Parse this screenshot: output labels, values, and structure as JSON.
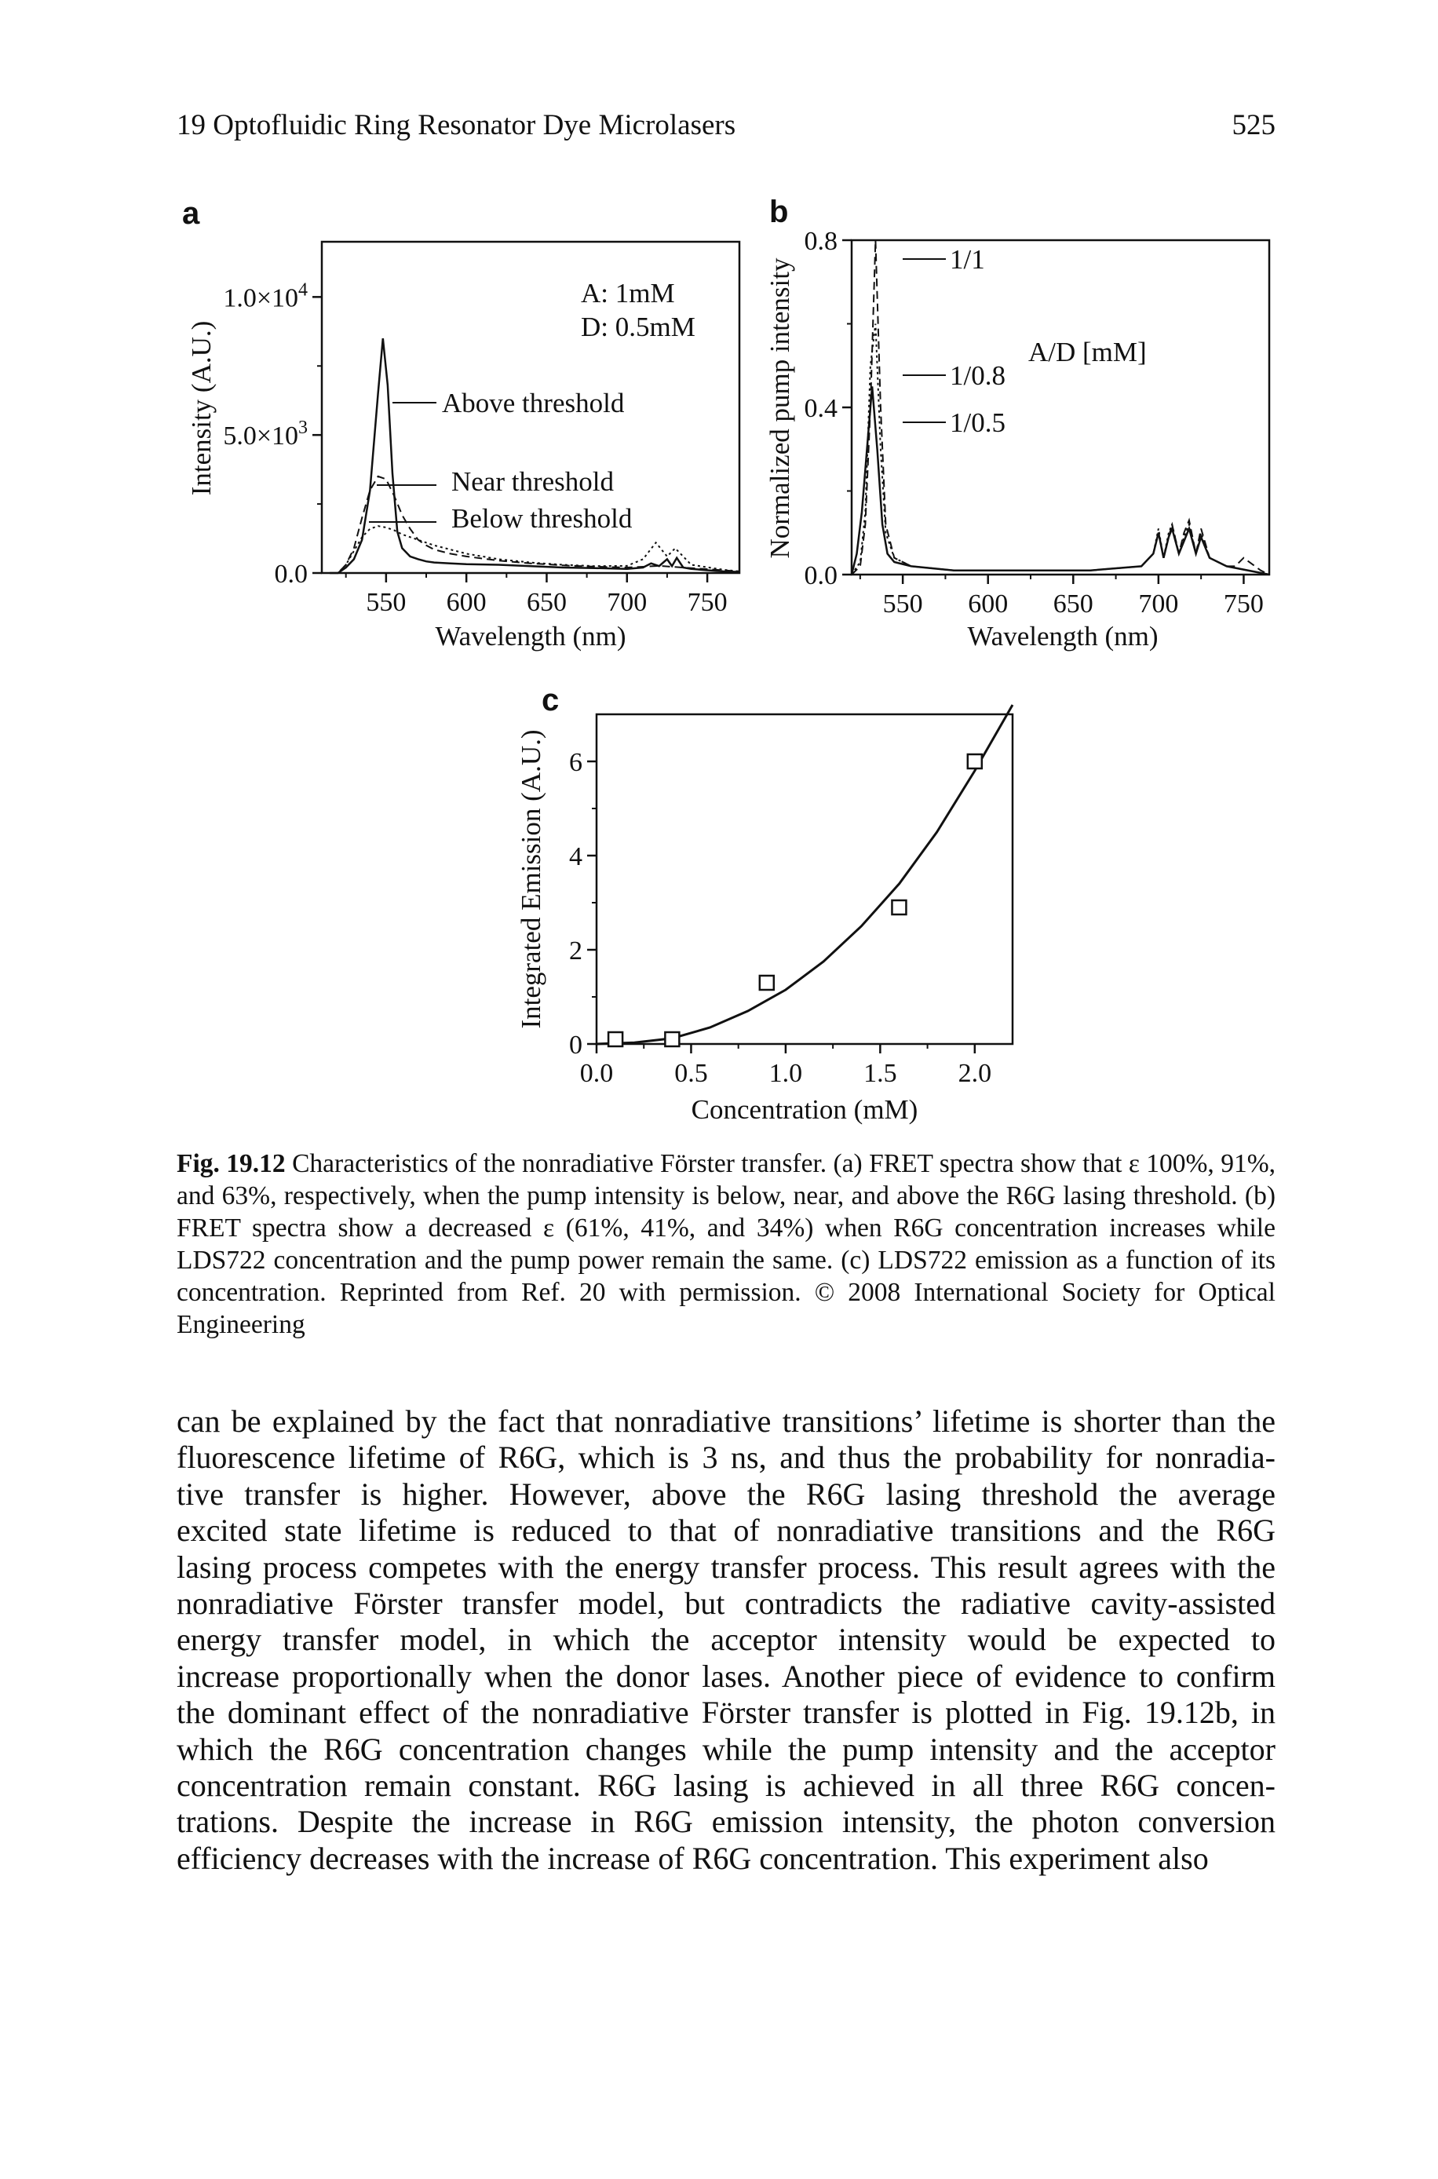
{
  "header": {
    "chapter": "19   Optofluidic Ring Resonator Dye Microlasers",
    "page_number": "525"
  },
  "figure": {
    "panel_a": {
      "letter": "a",
      "ylabel": "Intensity (A.U.)",
      "xlabel": "Wavelength (nm)",
      "legend_a": "A: 1mM",
      "legend_d": "D: 0.5mM",
      "label_above": "Above threshold",
      "label_near": "Near threshold",
      "label_below": "Below threshold",
      "yticks": [
        "0.0",
        "5.0×10",
        "1.0×10"
      ],
      "ytick_exps": [
        "",
        "3",
        "4"
      ],
      "xticks": [
        "550",
        "600",
        "650",
        "700",
        "750"
      ]
    },
    "panel_b": {
      "letter": "b",
      "ylabel": "Normalized pump intensity",
      "xlabel": "Wavelength (nm)",
      "legend_title": "A/D [mM]",
      "label_1": "1/1",
      "label_2": "1/0.8",
      "label_3": "1/0.5",
      "yticks": [
        "0.0",
        "0.4",
        "0.8"
      ],
      "xticks": [
        "550",
        "600",
        "650",
        "700",
        "750"
      ]
    },
    "panel_c": {
      "letter": "c",
      "ylabel": "Integrated Emission (A.U.)",
      "xlabel": "Concentration (mM)",
      "yticks": [
        "0",
        "2",
        "4",
        "6"
      ],
      "xticks": [
        "0.0",
        "0.5",
        "1.0",
        "1.5",
        "2.0"
      ]
    }
  },
  "chart_data": [
    {
      "type": "line",
      "panel": "a",
      "xlabel": "Wavelength (nm)",
      "ylabel": "Intensity (A.U.)",
      "xlim": [
        510,
        770
      ],
      "ylim": [
        0,
        12000
      ],
      "series": [
        {
          "name": "Above threshold",
          "x": [
            515,
            520,
            525,
            530,
            535,
            540,
            545,
            548,
            551,
            554,
            557,
            560,
            565,
            570,
            575,
            580,
            590,
            600,
            620,
            640,
            660,
            680,
            700,
            710,
            715,
            720,
            725,
            728,
            731,
            735,
            740,
            750,
            760,
            770
          ],
          "y": [
            0,
            0,
            200,
            500,
            1200,
            3000,
            6500,
            8500,
            6800,
            3600,
            1500,
            900,
            600,
            500,
            420,
            380,
            350,
            320,
            300,
            250,
            200,
            180,
            150,
            200,
            350,
            250,
            500,
            250,
            550,
            200,
            150,
            100,
            60,
            40
          ]
        },
        {
          "name": "Near threshold",
          "x": [
            515,
            520,
            525,
            530,
            535,
            540,
            545,
            550,
            555,
            560,
            565,
            570,
            575,
            580,
            590,
            600,
            620,
            640,
            660,
            680,
            700,
            720,
            740,
            760,
            770
          ],
          "y": [
            0,
            0,
            300,
            900,
            2000,
            3000,
            3500,
            3400,
            2800,
            2100,
            1600,
            1200,
            1000,
            850,
            700,
            600,
            450,
            350,
            280,
            230,
            200,
            260,
            180,
            100,
            60
          ]
        },
        {
          "name": "Below threshold",
          "x": [
            515,
            520,
            525,
            530,
            535,
            540,
            545,
            550,
            555,
            560,
            570,
            580,
            590,
            600,
            620,
            640,
            660,
            680,
            700,
            710,
            718,
            725,
            730,
            740,
            760,
            770
          ],
          "y": [
            0,
            0,
            300,
            800,
            1300,
            1600,
            1700,
            1650,
            1550,
            1400,
            1200,
            1000,
            850,
            700,
            500,
            380,
            300,
            250,
            260,
            500,
            1100,
            600,
            900,
            300,
            120,
            60
          ]
        }
      ]
    },
    {
      "type": "line",
      "panel": "b",
      "xlabel": "Wavelength (nm)",
      "ylabel": "Normalized pump intensity",
      "xlim": [
        520,
        765
      ],
      "ylim": [
        0,
        0.8
      ],
      "series": [
        {
          "name": "1/1",
          "x": [
            520,
            525,
            528,
            531,
            534,
            537,
            540,
            545,
            555,
            580,
            620,
            660,
            690,
            697,
            700,
            703,
            706,
            708,
            712,
            715,
            718,
            722,
            725,
            730,
            740,
            745,
            750,
            760,
            765
          ],
          "y": [
            0.0,
            0.02,
            0.12,
            0.4,
            0.8,
            0.4,
            0.12,
            0.04,
            0.02,
            0.01,
            0.01,
            0.01,
            0.02,
            0.05,
            0.1,
            0.04,
            0.09,
            0.12,
            0.05,
            0.1,
            0.13,
            0.05,
            0.11,
            0.04,
            0.02,
            0.02,
            0.04,
            0.01,
            0.0
          ]
        },
        {
          "name": "1/0.8",
          "x": [
            520,
            525,
            528,
            531,
            534,
            537,
            540,
            545,
            555,
            580,
            620,
            660,
            690,
            697,
            700,
            703,
            706,
            708,
            712,
            715,
            718,
            722,
            725,
            730,
            740,
            765
          ],
          "y": [
            0.0,
            0.03,
            0.15,
            0.5,
            0.6,
            0.3,
            0.1,
            0.04,
            0.02,
            0.01,
            0.01,
            0.01,
            0.02,
            0.05,
            0.11,
            0.04,
            0.1,
            0.12,
            0.05,
            0.09,
            0.12,
            0.05,
            0.1,
            0.04,
            0.02,
            0.0
          ]
        },
        {
          "name": "1/0.5",
          "x": [
            520,
            523,
            526,
            529,
            532,
            535,
            538,
            541,
            545,
            555,
            580,
            620,
            660,
            690,
            697,
            700,
            703,
            706,
            708,
            712,
            715,
            718,
            722,
            725,
            730,
            740,
            765
          ],
          "y": [
            0.0,
            0.05,
            0.15,
            0.3,
            0.45,
            0.3,
            0.12,
            0.05,
            0.03,
            0.02,
            0.01,
            0.01,
            0.01,
            0.02,
            0.05,
            0.1,
            0.04,
            0.09,
            0.11,
            0.05,
            0.08,
            0.11,
            0.05,
            0.09,
            0.04,
            0.02,
            0.0
          ]
        }
      ]
    },
    {
      "type": "scatter",
      "panel": "c",
      "xlabel": "Concentration (mM)",
      "ylabel": "Integrated Emission (A.U.)",
      "xlim": [
        0,
        2.2
      ],
      "ylim": [
        0,
        7
      ],
      "points": {
        "x": [
          0.1,
          0.4,
          0.9,
          1.6,
          2.0
        ],
        "y": [
          0.1,
          0.1,
          1.3,
          2.9,
          6.0
        ]
      },
      "fit_curve": {
        "x": [
          0.0,
          0.2,
          0.4,
          0.6,
          0.8,
          1.0,
          1.2,
          1.4,
          1.6,
          1.8,
          2.0,
          2.2
        ],
        "y": [
          0.0,
          0.03,
          0.12,
          0.35,
          0.7,
          1.15,
          1.75,
          2.5,
          3.4,
          4.5,
          5.8,
          7.2
        ]
      }
    }
  ],
  "caption": {
    "label": "Fig. 19.12",
    "text": "Characteristics of the nonradiative Förster transfer. (a) FRET spectra show that ε 100%, 91%, and 63%, respectively, when the pump intensity is below, near, and above the R6G lasing threshold. (b) FRET spectra show a decreased ε (61%, 41%, and 34%) when R6G concentration increases while LDS722 concentration and the pump power remain the same. (c) LDS722 emission as a function of its concentration. Reprinted from Ref. 20 with permission. © 2008 International Society for Optical Engineering"
  },
  "body": {
    "lines": [
      "can be explained by the fact that nonradiative transitions’ lifetime is shorter than the",
      "fluorescence lifetime of R6G, which is 3 ns, and thus the probability for nonradia-",
      "tive transfer is higher. However, above the R6G lasing threshold the average",
      "excited state lifetime is reduced to that of nonradiative transitions and the R6G",
      "lasing process competes with the energy transfer process. This result agrees with the",
      "nonradiative Förster transfer model, but contradicts the radiative cavity-assisted",
      "energy transfer model, in which the acceptor intensity would be expected to",
      "increase proportionally when the donor lases. Another piece of evidence to confirm",
      "the dominant effect of the nonradiative Förster transfer is plotted in Fig. 19.12b, in",
      "which the R6G concentration changes while the pump intensity and the acceptor",
      "concentration remain constant. R6G lasing is achieved in all three R6G concen-",
      "trations. Despite the increase in R6G emission intensity, the photon conversion",
      "efficiency decreases with the increase of R6G concentration. This experiment also"
    ]
  }
}
